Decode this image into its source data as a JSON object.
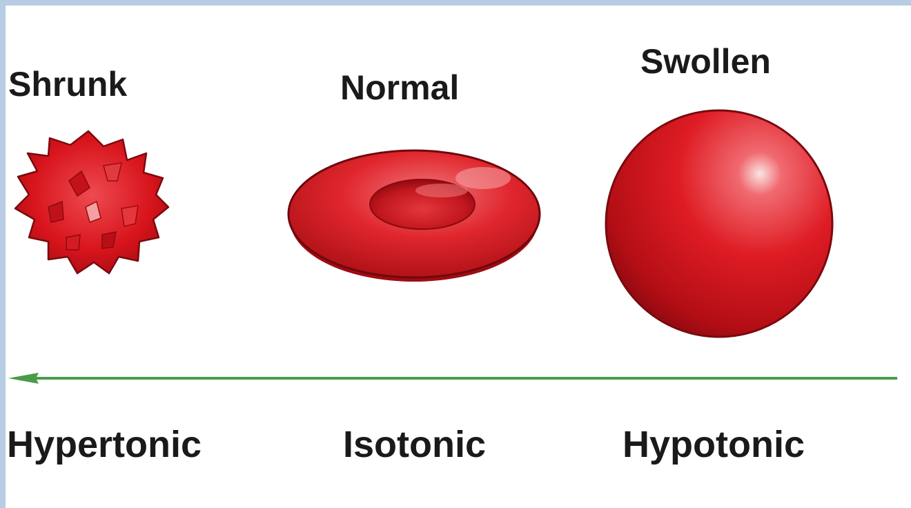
{
  "cells": [
    {
      "state": "Shrunk",
      "solution": "Hypertonic"
    },
    {
      "state": "Normal",
      "solution": "Isotonic"
    },
    {
      "state": "Swollen",
      "solution": "Hypotonic"
    }
  ],
  "colors": {
    "background_frame": "#b8cde3",
    "cell_red": "#d8141c",
    "cell_dark": "#8c0a10",
    "arrow_green": "#4a9a4a"
  },
  "icons": [
    "crenated-cell-icon",
    "biconcave-disc-cell-icon",
    "spherical-swollen-cell-icon",
    "arrow-left-icon"
  ]
}
